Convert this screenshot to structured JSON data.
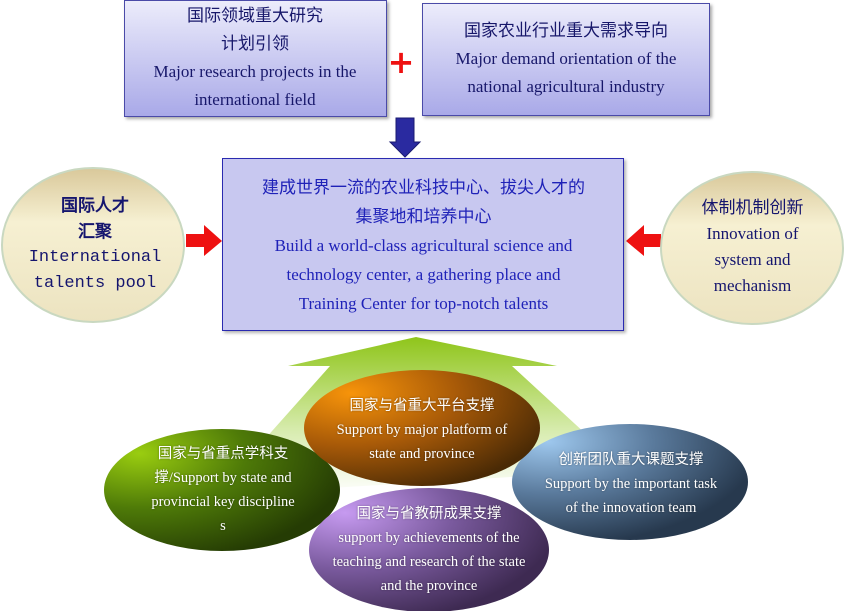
{
  "top_left_box": {
    "lines": [
      "国际领域重大研究",
      "计划引领",
      "Major research projects in the",
      "international field"
    ]
  },
  "plus_sign": "+",
  "top_right_box": {
    "lines": [
      "国家农业行业重大需求导向",
      "Major demand orientation of the",
      "national agricultural industry"
    ]
  },
  "center_box": {
    "lines": [
      "建成世界一流的农业科技中心、拔尖人才的",
      "集聚地和培养中心",
      "Build a world-class agricultural science and",
      "technology center, a gathering place and",
      "Training Center for top-notch talents"
    ]
  },
  "left_ellipse": {
    "lines": [
      "国际人才",
      "汇聚",
      "International",
      "talents pool"
    ]
  },
  "right_ellipse": {
    "lines": [
      "体制机制创新",
      "Innovation of",
      "system and",
      "mechanism"
    ]
  },
  "supports": {
    "platform": {
      "lines": [
        "国家与省重大平台支撑",
        "Support by major platform of",
        "state and province"
      ]
    },
    "disciplines": {
      "lines": [
        "国家与省重点学科支",
        "撑/Support by state and",
        "provincial key discipline",
        "s"
      ]
    },
    "innovation_team": {
      "lines": [
        "创新团队重大课题支撑",
        "Support by the important task",
        "of the innovation team"
      ]
    },
    "achievements": {
      "lines": [
        "国家与省教研成果支撑",
        "support by achievements of the",
        "teaching and research of the state",
        "and the province"
      ]
    }
  },
  "colors": {
    "box_fill": "#b4b4ec",
    "center_text": "#1f22b8",
    "red_arrow": "#ee1111",
    "down_arrow": "#2a2aa0",
    "green_arrow": "#9acd32"
  }
}
